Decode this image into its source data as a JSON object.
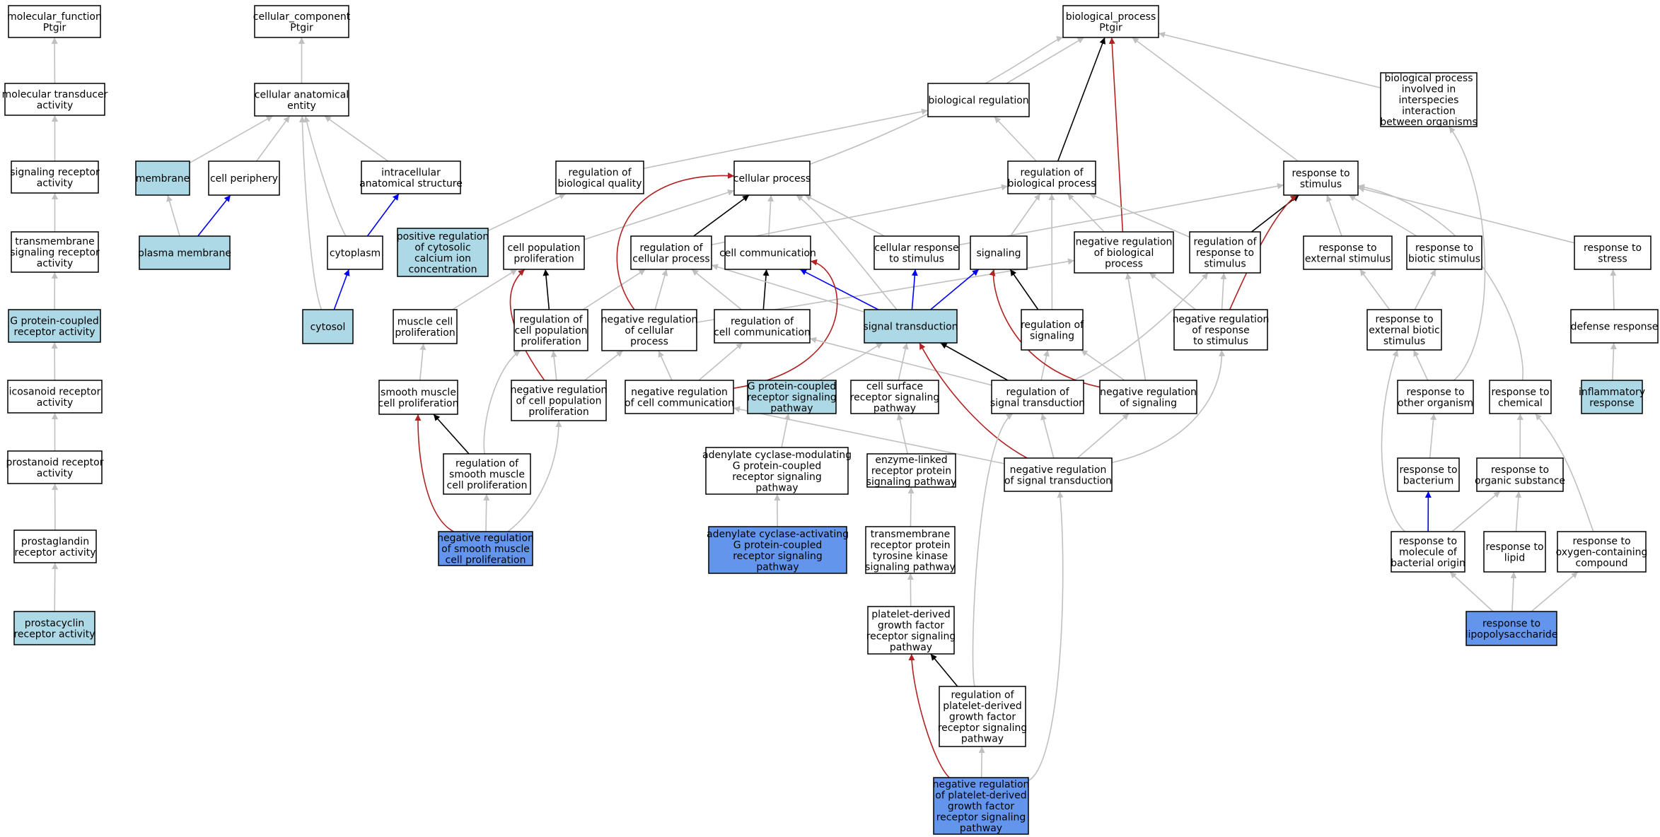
{
  "colors": {
    "white": "#ffffff",
    "light": "#add8e6",
    "blue": "#6495ed",
    "grey": "#c0c0c0",
    "black": "#000000",
    "edge_blue": "#0000ff",
    "red": "#b22222"
  },
  "nodes": [
    {
      "id": "mf",
      "lines": [
        "molecular_function",
        "Ptgir"
      ],
      "fill": "white"
    },
    {
      "id": "mta",
      "lines": [
        "molecular transducer",
        "activity"
      ],
      "fill": "white"
    },
    {
      "id": "sra",
      "lines": [
        "signaling receptor",
        "activity"
      ],
      "fill": "white"
    },
    {
      "id": "tsra",
      "lines": [
        "transmembrane",
        "signaling receptor",
        "activity"
      ],
      "fill": "white"
    },
    {
      "id": "gpcr",
      "lines": [
        "G protein-coupled",
        "receptor activity"
      ],
      "fill": "light"
    },
    {
      "id": "ira",
      "lines": [
        "icosanoid receptor",
        "activity"
      ],
      "fill": "white"
    },
    {
      "id": "pra",
      "lines": [
        "prostanoid receptor",
        "activity"
      ],
      "fill": "white"
    },
    {
      "id": "pgra",
      "lines": [
        "prostaglandin",
        "receptor activity"
      ],
      "fill": "white"
    },
    {
      "id": "pcra",
      "lines": [
        "prostacyclin",
        "receptor activity"
      ],
      "fill": "light"
    },
    {
      "id": "cc",
      "lines": [
        "cellular_component",
        "Ptgir"
      ],
      "fill": "white"
    },
    {
      "id": "cae",
      "lines": [
        "cellular anatomical",
        "entity"
      ],
      "fill": "white"
    },
    {
      "id": "mem",
      "lines": [
        "membrane"
      ],
      "fill": "light"
    },
    {
      "id": "cper",
      "lines": [
        "cell periphery"
      ],
      "fill": "white"
    },
    {
      "id": "ias",
      "lines": [
        "intracellular",
        "anatomical structure"
      ],
      "fill": "white"
    },
    {
      "id": "pm",
      "lines": [
        "plasma membrane"
      ],
      "fill": "light"
    },
    {
      "id": "cyto",
      "lines": [
        "cytoplasm"
      ],
      "fill": "white"
    },
    {
      "id": "cytosol",
      "lines": [
        "cytosol"
      ],
      "fill": "light"
    },
    {
      "id": "bp",
      "lines": [
        "biological_process",
        "Ptgir"
      ],
      "fill": "white"
    },
    {
      "id": "breg",
      "lines": [
        "biological regulation"
      ],
      "fill": "white"
    },
    {
      "id": "bpii",
      "lines": [
        "biological process",
        "involved in",
        "interspecies",
        "interaction",
        "between organisms"
      ],
      "fill": "white"
    },
    {
      "id": "rbq",
      "lines": [
        "regulation of",
        "biological quality"
      ],
      "fill": "white"
    },
    {
      "id": "cp",
      "lines": [
        "cellular process"
      ],
      "fill": "white"
    },
    {
      "id": "rbp",
      "lines": [
        "regulation of",
        "biological process"
      ],
      "fill": "white"
    },
    {
      "id": "rts",
      "lines": [
        "response to",
        "stimulus"
      ],
      "fill": "white"
    },
    {
      "id": "prcc",
      "lines": [
        "positive regulation",
        "of cytosolic",
        "calcium ion",
        "concentration"
      ],
      "fill": "light"
    },
    {
      "id": "cpp",
      "lines": [
        "cell population",
        "proliferation"
      ],
      "fill": "white"
    },
    {
      "id": "rcp",
      "lines": [
        "regulation of",
        "cellular process"
      ],
      "fill": "white"
    },
    {
      "id": "ccom",
      "lines": [
        "cell communication"
      ],
      "fill": "white"
    },
    {
      "id": "crs",
      "lines": [
        "cellular response",
        "to stimulus"
      ],
      "fill": "white"
    },
    {
      "id": "sig",
      "lines": [
        "signaling"
      ],
      "fill": "white"
    },
    {
      "id": "nrbp",
      "lines": [
        "negative regulation",
        "of biological",
        "process"
      ],
      "fill": "white"
    },
    {
      "id": "rrs",
      "lines": [
        "regulation of",
        "response to",
        "stimulus"
      ],
      "fill": "white"
    },
    {
      "id": "res",
      "lines": [
        "response to",
        "external stimulus"
      ],
      "fill": "white"
    },
    {
      "id": "rbs",
      "lines": [
        "response to",
        "biotic stimulus"
      ],
      "fill": "white"
    },
    {
      "id": "rstress",
      "lines": [
        "response to",
        "stress"
      ],
      "fill": "white"
    },
    {
      "id": "mcp",
      "lines": [
        "muscle cell",
        "proliferation"
      ],
      "fill": "white"
    },
    {
      "id": "rcpp",
      "lines": [
        "regulation of",
        "cell population",
        "proliferation"
      ],
      "fill": "white"
    },
    {
      "id": "nrcp",
      "lines": [
        "negative regulation",
        "of cellular",
        "process"
      ],
      "fill": "white"
    },
    {
      "id": "rcc",
      "lines": [
        "regulation of",
        "cell communication"
      ],
      "fill": "white"
    },
    {
      "id": "st",
      "lines": [
        "signal transduction"
      ],
      "fill": "light"
    },
    {
      "id": "rsig",
      "lines": [
        "regulation of",
        "signaling"
      ],
      "fill": "white"
    },
    {
      "id": "nrrs",
      "lines": [
        "negative regulation",
        "of response",
        "to stimulus"
      ],
      "fill": "white"
    },
    {
      "id": "rebs",
      "lines": [
        "response to",
        "external biotic",
        "stimulus"
      ],
      "fill": "white"
    },
    {
      "id": "dr",
      "lines": [
        "defense response"
      ],
      "fill": "white"
    },
    {
      "id": "smcp",
      "lines": [
        "smooth muscle",
        "cell proliferation"
      ],
      "fill": "white"
    },
    {
      "id": "nrcpp",
      "lines": [
        "negative regulation",
        "of cell population",
        "proliferation"
      ],
      "fill": "white"
    },
    {
      "id": "nrcc",
      "lines": [
        "negative regulation",
        "of cell communication"
      ],
      "fill": "white"
    },
    {
      "id": "gpcrsp",
      "lines": [
        "G protein-coupled",
        "receptor signaling",
        "pathway"
      ],
      "fill": "light"
    },
    {
      "id": "csrsp",
      "lines": [
        "cell surface",
        "receptor signaling",
        "pathway"
      ],
      "fill": "white"
    },
    {
      "id": "rst",
      "lines": [
        "regulation of",
        "signal transduction"
      ],
      "fill": "white"
    },
    {
      "id": "nrsig",
      "lines": [
        "negative regulation",
        "of signaling"
      ],
      "fill": "white"
    },
    {
      "id": "rtoo",
      "lines": [
        "response to",
        "other organism"
      ],
      "fill": "white"
    },
    {
      "id": "rtc",
      "lines": [
        "response to",
        "chemical"
      ],
      "fill": "white"
    },
    {
      "id": "infl",
      "lines": [
        "inflammatory",
        "response"
      ],
      "fill": "light"
    },
    {
      "id": "rsmcp",
      "lines": [
        "regulation of",
        "smooth muscle",
        "cell proliferation"
      ],
      "fill": "white"
    },
    {
      "id": "acm",
      "lines": [
        "adenylate cyclase-modulating",
        "G protein-coupled",
        "receptor signaling",
        "pathway"
      ],
      "fill": "white"
    },
    {
      "id": "elrp",
      "lines": [
        "enzyme-linked",
        "receptor protein",
        "signaling pathway"
      ],
      "fill": "white"
    },
    {
      "id": "nrst",
      "lines": [
        "negative regulation",
        "of signal transduction"
      ],
      "fill": "white"
    },
    {
      "id": "rtb",
      "lines": [
        "response to",
        "bacterium"
      ],
      "fill": "white"
    },
    {
      "id": "rtos",
      "lines": [
        "response to",
        "organic substance"
      ],
      "fill": "white"
    },
    {
      "id": "nrsmcp",
      "lines": [
        "negative regulation",
        "of smooth muscle",
        "cell proliferation"
      ],
      "fill": "blue"
    },
    {
      "id": "aca",
      "lines": [
        "adenylate cyclase-activating",
        "G protein-coupled",
        "receptor signaling",
        "pathway"
      ],
      "fill": "blue"
    },
    {
      "id": "trptk",
      "lines": [
        "transmembrane",
        "receptor protein",
        "tyrosine kinase",
        "signaling pathway"
      ],
      "fill": "white"
    },
    {
      "id": "rmbo",
      "lines": [
        "response to",
        "molecule of",
        "bacterial origin"
      ],
      "fill": "white"
    },
    {
      "id": "rtl",
      "lines": [
        "response to",
        "lipid"
      ],
      "fill": "white"
    },
    {
      "id": "roc",
      "lines": [
        "response to",
        "oxygen-containing",
        "compound"
      ],
      "fill": "white"
    },
    {
      "id": "rlps",
      "lines": [
        "response to",
        "lipopolysaccharide"
      ],
      "fill": "blue"
    },
    {
      "id": "pdgf",
      "lines": [
        "platelet-derived",
        "growth factor",
        "receptor signaling",
        "pathway"
      ],
      "fill": "white"
    },
    {
      "id": "rpdgf",
      "lines": [
        "regulation of",
        "platelet-derived",
        "growth factor",
        "receptor signaling",
        "pathway"
      ],
      "fill": "white"
    },
    {
      "id": "nrpdgf",
      "lines": [
        "negative regulation",
        "of platelet-derived",
        "growth factor",
        "receptor signaling",
        "pathway"
      ],
      "fill": "blue"
    }
  ],
  "edges": [
    {
      "from": "mta",
      "to": "mf",
      "color": "grey"
    },
    {
      "from": "sra",
      "to": "mta",
      "color": "grey"
    },
    {
      "from": "tsra",
      "to": "sra",
      "color": "grey"
    },
    {
      "from": "gpcr",
      "to": "tsra",
      "color": "grey"
    },
    {
      "from": "ira",
      "to": "gpcr",
      "color": "grey"
    },
    {
      "from": "pra",
      "to": "ira",
      "color": "grey"
    },
    {
      "from": "pgra",
      "to": "pra",
      "color": "grey"
    },
    {
      "from": "pcra",
      "to": "pgra",
      "color": "grey"
    },
    {
      "from": "cae",
      "to": "cc",
      "color": "grey"
    },
    {
      "from": "mem",
      "to": "cae",
      "color": "grey"
    },
    {
      "from": "cper",
      "to": "cae",
      "color": "grey"
    },
    {
      "from": "ias",
      "to": "cae",
      "color": "grey"
    },
    {
      "from": "pm",
      "to": "mem",
      "color": "grey"
    },
    {
      "from": "pm",
      "to": "cper",
      "color": "edge_blue"
    },
    {
      "from": "cyto",
      "to": "cae",
      "color": "grey"
    },
    {
      "from": "cyto",
      "to": "ias",
      "color": "edge_blue"
    },
    {
      "from": "cytosol",
      "to": "cae",
      "color": "grey"
    },
    {
      "from": "cytosol",
      "to": "cyto",
      "color": "edge_blue"
    },
    {
      "from": "breg",
      "to": "bp",
      "color": "grey"
    },
    {
      "from": "bpii",
      "to": "bp",
      "color": "grey"
    },
    {
      "from": "rbq",
      "to": "breg",
      "color": "grey"
    },
    {
      "from": "cp",
      "to": "bp",
      "color": "grey"
    },
    {
      "from": "rbp",
      "to": "breg",
      "color": "grey"
    },
    {
      "from": "rbp",
      "to": "bp",
      "color": "black"
    },
    {
      "from": "rts",
      "to": "bp",
      "color": "grey"
    },
    {
      "from": "prcc",
      "to": "rbq",
      "color": "grey"
    },
    {
      "from": "cpp",
      "to": "cp",
      "color": "grey"
    },
    {
      "from": "rcp",
      "to": "cp",
      "color": "black"
    },
    {
      "from": "rcp",
      "to": "rbp",
      "color": "grey"
    },
    {
      "from": "ccom",
      "to": "cp",
      "color": "grey"
    },
    {
      "from": "crs",
      "to": "cp",
      "color": "grey"
    },
    {
      "from": "crs",
      "to": "rts",
      "color": "grey"
    },
    {
      "from": "sig",
      "to": "rbp",
      "color": "grey"
    },
    {
      "from": "nrbp",
      "to": "rbp",
      "color": "grey"
    },
    {
      "from": "nrbp",
      "to": "bp",
      "color": "red"
    },
    {
      "from": "rrs",
      "to": "rbp",
      "color": "grey"
    },
    {
      "from": "rrs",
      "to": "rts",
      "color": "black"
    },
    {
      "from": "res",
      "to": "rts",
      "color": "grey"
    },
    {
      "from": "rbs",
      "to": "rts",
      "color": "grey"
    },
    {
      "from": "rstress",
      "to": "rts",
      "color": "grey"
    },
    {
      "from": "mcp",
      "to": "cpp",
      "color": "grey"
    },
    {
      "from": "rcpp",
      "to": "cpp",
      "color": "black"
    },
    {
      "from": "rcpp",
      "to": "rcp",
      "color": "grey"
    },
    {
      "from": "nrcp",
      "to": "rcp",
      "color": "grey"
    },
    {
      "from": "nrcp",
      "to": "nrbp",
      "color": "grey"
    },
    {
      "from": "nrcp",
      "to": "cp",
      "color": "red"
    },
    {
      "from": "rcc",
      "to": "ccom",
      "color": "black"
    },
    {
      "from": "rcc",
      "to": "rcp",
      "color": "grey"
    },
    {
      "from": "st",
      "to": "cp",
      "color": "grey"
    },
    {
      "from": "st",
      "to": "ccom",
      "color": "edge_blue"
    },
    {
      "from": "st",
      "to": "crs",
      "color": "edge_blue"
    },
    {
      "from": "st",
      "to": "sig",
      "color": "edge_blue"
    },
    {
      "from": "st",
      "to": "rcp",
      "color": "grey"
    },
    {
      "from": "rsig",
      "to": "sig",
      "color": "black"
    },
    {
      "from": "rsig",
      "to": "rbp",
      "color": "grey"
    },
    {
      "from": "nrrs",
      "to": "rrs",
      "color": "grey"
    },
    {
      "from": "nrrs",
      "to": "nrbp",
      "color": "grey"
    },
    {
      "from": "nrrs",
      "to": "rts",
      "color": "red"
    },
    {
      "from": "rebs",
      "to": "res",
      "color": "grey"
    },
    {
      "from": "rebs",
      "to": "rbs",
      "color": "grey"
    },
    {
      "from": "dr",
      "to": "rstress",
      "color": "grey"
    },
    {
      "from": "smcp",
      "to": "mcp",
      "color": "grey"
    },
    {
      "from": "nrcpp",
      "to": "rcpp",
      "color": "grey"
    },
    {
      "from": "nrcpp",
      "to": "nrcp",
      "color": "grey"
    },
    {
      "from": "nrcpp",
      "to": "cpp",
      "color": "red"
    },
    {
      "from": "nrcc",
      "to": "rcc",
      "color": "grey"
    },
    {
      "from": "nrcc",
      "to": "nrcp",
      "color": "grey"
    },
    {
      "from": "nrcc",
      "to": "ccom",
      "color": "red"
    },
    {
      "from": "gpcrsp",
      "to": "st",
      "color": "grey"
    },
    {
      "from": "csrsp",
      "to": "st",
      "color": "grey"
    },
    {
      "from": "rst",
      "to": "st",
      "color": "black"
    },
    {
      "from": "rst",
      "to": "rsig",
      "color": "grey"
    },
    {
      "from": "rst",
      "to": "rrs",
      "color": "grey"
    },
    {
      "from": "rst",
      "to": "rcc",
      "color": "grey"
    },
    {
      "from": "nrsig",
      "to": "rsig",
      "color": "grey"
    },
    {
      "from": "nrsig",
      "to": "nrbp",
      "color": "grey"
    },
    {
      "from": "nrsig",
      "to": "sig",
      "color": "red"
    },
    {
      "from": "rtoo",
      "to": "rebs",
      "color": "grey"
    },
    {
      "from": "rtoo",
      "to": "bpii",
      "color": "grey"
    },
    {
      "from": "rtc",
      "to": "rts",
      "color": "grey"
    },
    {
      "from": "infl",
      "to": "dr",
      "color": "grey"
    },
    {
      "from": "rsmcp",
      "to": "smcp",
      "color": "black"
    },
    {
      "from": "rsmcp",
      "to": "rcpp",
      "color": "grey"
    },
    {
      "from": "acm",
      "to": "gpcrsp",
      "color": "grey"
    },
    {
      "from": "elrp",
      "to": "csrsp",
      "color": "grey"
    },
    {
      "from": "nrst",
      "to": "rst",
      "color": "grey"
    },
    {
      "from": "nrst",
      "to": "nrsig",
      "color": "grey"
    },
    {
      "from": "nrst",
      "to": "nrrs",
      "color": "grey"
    },
    {
      "from": "nrst",
      "to": "nrcc",
      "color": "grey"
    },
    {
      "from": "nrst",
      "to": "st",
      "color": "red"
    },
    {
      "from": "rtb",
      "to": "rtoo",
      "color": "grey"
    },
    {
      "from": "rtos",
      "to": "rtc",
      "color": "grey"
    },
    {
      "from": "nrsmcp",
      "to": "rsmcp",
      "color": "grey"
    },
    {
      "from": "nrsmcp",
      "to": "nrcpp",
      "color": "grey"
    },
    {
      "from": "nrsmcp",
      "to": "smcp",
      "color": "red"
    },
    {
      "from": "aca",
      "to": "acm",
      "color": "grey"
    },
    {
      "from": "trptk",
      "to": "elrp",
      "color": "grey"
    },
    {
      "from": "rmbo",
      "to": "rtb",
      "color": "edge_blue"
    },
    {
      "from": "rmbo",
      "to": "rtos",
      "color": "grey"
    },
    {
      "from": "rmbo",
      "to": "rebs",
      "color": "grey"
    },
    {
      "from": "rtl",
      "to": "rtos",
      "color": "grey"
    },
    {
      "from": "roc",
      "to": "rtc",
      "color": "grey"
    },
    {
      "from": "rlps",
      "to": "rmbo",
      "color": "grey"
    },
    {
      "from": "rlps",
      "to": "rtl",
      "color": "grey"
    },
    {
      "from": "rlps",
      "to": "roc",
      "color": "grey"
    },
    {
      "from": "pdgf",
      "to": "trptk",
      "color": "grey"
    },
    {
      "from": "rpdgf",
      "to": "pdgf",
      "color": "black"
    },
    {
      "from": "rpdgf",
      "to": "rst",
      "color": "grey"
    },
    {
      "from": "nrpdgf",
      "to": "rpdgf",
      "color": "grey"
    },
    {
      "from": "nrpdgf",
      "to": "nrst",
      "color": "grey"
    },
    {
      "from": "nrpdgf",
      "to": "pdgf",
      "color": "red"
    }
  ]
}
